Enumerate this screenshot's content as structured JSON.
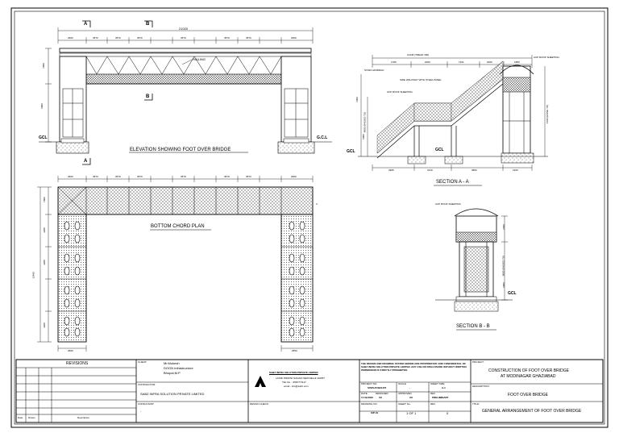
{
  "elevation": {
    "title": "ELEVATION  SHOWING FOOT OVER BRIDGE",
    "section_marks": [
      "A",
      "B"
    ],
    "overall_dim": "21020",
    "bay_dims": [
      "2600",
      "3570",
      "3570",
      "3570",
      "3570",
      "3570",
      "3570",
      "2600"
    ],
    "railing_label": "RAILING",
    "left_height_dim": "6800",
    "top_depth_dim": "1800",
    "level_label": "GCL",
    "level_label_right": "G.C.L"
  },
  "bottom_plan": {
    "title": "BOTTOM CHORD PLAN",
    "bay_dims": [
      "2600",
      "3570",
      "3570",
      "3570",
      "3570",
      "3570",
      "3570",
      "2600"
    ],
    "height_dim": "12480",
    "left_side_dims": [
      "1800",
      "4280",
      "4280",
      "4200"
    ],
    "width_dim": "2500",
    "width_dim_right": "2550",
    "right_mark": "3"
  },
  "section_aa": {
    "title": "SECTION  A - A",
    "top_dims": [
      "12445 (TREAD 300)",
      "1780",
      "2000",
      "7101",
      "2000",
      "1880"
    ],
    "annotations": [
      "ACP ROOF SHEETING",
      "STAIR HANDRAIL",
      "SIDE WALKWAY WITH STEEL PANEL",
      "ACP ROOF SHEETING"
    ],
    "height_labels": [
      "1050",
      "8800 (RAISED TO)",
      "6050",
      "4100 (RAISE TO)"
    ],
    "level_labels": [
      "GCL",
      "GCL"
    ],
    "bottom_dims": [
      "3965",
      "3140",
      "3800",
      "2100"
    ]
  },
  "section_bb": {
    "title": "SECTION  B - B",
    "roof_label": "ACP ROOF SHEETING",
    "height_dims": [
      "2450",
      "8800 (RAISED TO)",
      "6000"
    ],
    "level_label": "GCL"
  },
  "title_block": {
    "revisions_title": "REVISIONS",
    "revision_columns": [
      "Date",
      "Drawn",
      "Description"
    ],
    "client_label": "CLIENT:",
    "client_lines": [
      "Mr.Mukesh",
      "DOON Infrastructure",
      "Bhopal,M.P"
    ],
    "contractor_label": "CONTRACTOR:",
    "contractor_name": "SABZ INFRA SOLUTION PRIVATE LIMITED",
    "consultant_label": "CONSULTANT:",
    "consultant_value": "-",
    "design_label": "DESIGN CHECK:",
    "company_name": "SABZ INFRA SOLUTION PRIVATE LIMITED",
    "company_address": [
      "LAXMI PRATAP NAGAR NEW DELHI 110057",
      "TEL No. - 9587771117",
      "email - info@sabz.com"
    ],
    "notice_text": "THE DESIGN AND DRAWING STATED HEREIN ARE PROPRIETARY AND CONFIDENTIAL OF SABZ INFRA SOLUTION PRIVATE LIMITED. ANY USE OR DISCLOSURE WITHOUT WRITTEN PERMISSION IS STRICTLY PROHIBITED.",
    "fields": [
      {
        "label": "PROJECT NO.",
        "value": "SISPL/FOB/1407"
      },
      {
        "label": "SCALE",
        "value": "-"
      },
      {
        "label": "SHEET SIZE",
        "value": "A-1"
      },
      {
        "label": "DATE",
        "value": "17.09.2022"
      },
      {
        "label": "DESIGNED",
        "value": "XX"
      },
      {
        "label": "APPROVED",
        "value": "XX"
      },
      {
        "label": "REV",
        "value": "PRELIMINARY"
      },
      {
        "label": "DRAWING NO.",
        "value": "SIP-01"
      },
      {
        "label": "SHEET No.",
        "value": "1 OF 1"
      },
      {
        "label": "REV.",
        "value": "0"
      }
    ],
    "project_label": "PROJECT:",
    "project_lines": [
      "CONSTRUCTION OF FOOT OVER BRIDGE",
      "AT MODINAGAR GHAZIABAD"
    ],
    "description_label": "DESCRIPTION:",
    "description_value": "FOOT OVER BRIDGE",
    "title_label": "TITLE:",
    "title_value": "GENERAL ARRANGEMENT OF FOOT OVER BRIDGE"
  }
}
